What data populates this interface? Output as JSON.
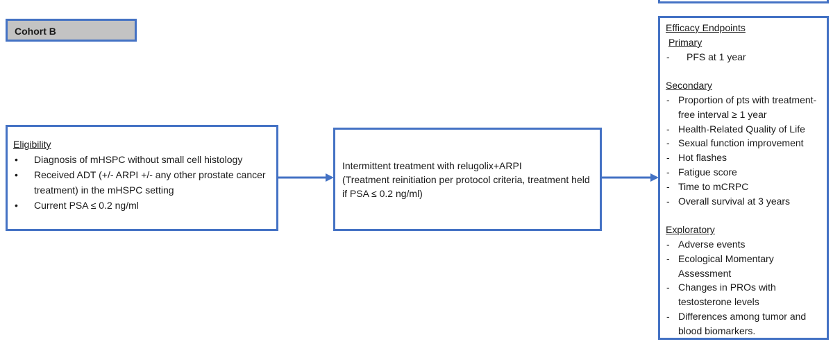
{
  "cohort": {
    "label": "Cohort B"
  },
  "eligibility": {
    "heading": "Eligibility",
    "items": [
      "Diagnosis of mHSPC without small cell histology",
      "Received ADT (+/- ARPI +/- any other prostate cancer treatment) in the mHSPC setting",
      "Current PSA ≤ 0.2 ng/ml"
    ]
  },
  "treatment": {
    "line1": "Intermittent treatment with relugolix+ARPI",
    "line2": "(Treatment reinitiation per protocol criteria, treatment held if PSA ≤ 0.2 ng/ml)"
  },
  "endpoints": {
    "heading": "Efficacy Endpoints",
    "primary": {
      "heading": "Primary",
      "items": [
        "PFS at 1 year"
      ]
    },
    "secondary": {
      "heading": "Secondary",
      "items": [
        "Proportion of pts with treatment-free interval ≥ 1 year",
        "Health-Related Quality of Life",
        "Sexual function improvement",
        "Hot flashes",
        "Fatigue score",
        "Time to mCRPC",
        "Overall survival at 3 years"
      ]
    },
    "exploratory": {
      "heading": "Exploratory",
      "items": [
        "Adverse events",
        "Ecological Momentary Assessment",
        "Changes in PROs with testosterone levels",
        "Differences among tumor and blood biomarkers."
      ]
    }
  },
  "colors": {
    "box_border": "#4472c4",
    "arrow": "#4472c4",
    "cohort_fill": "#c3c3c3"
  }
}
